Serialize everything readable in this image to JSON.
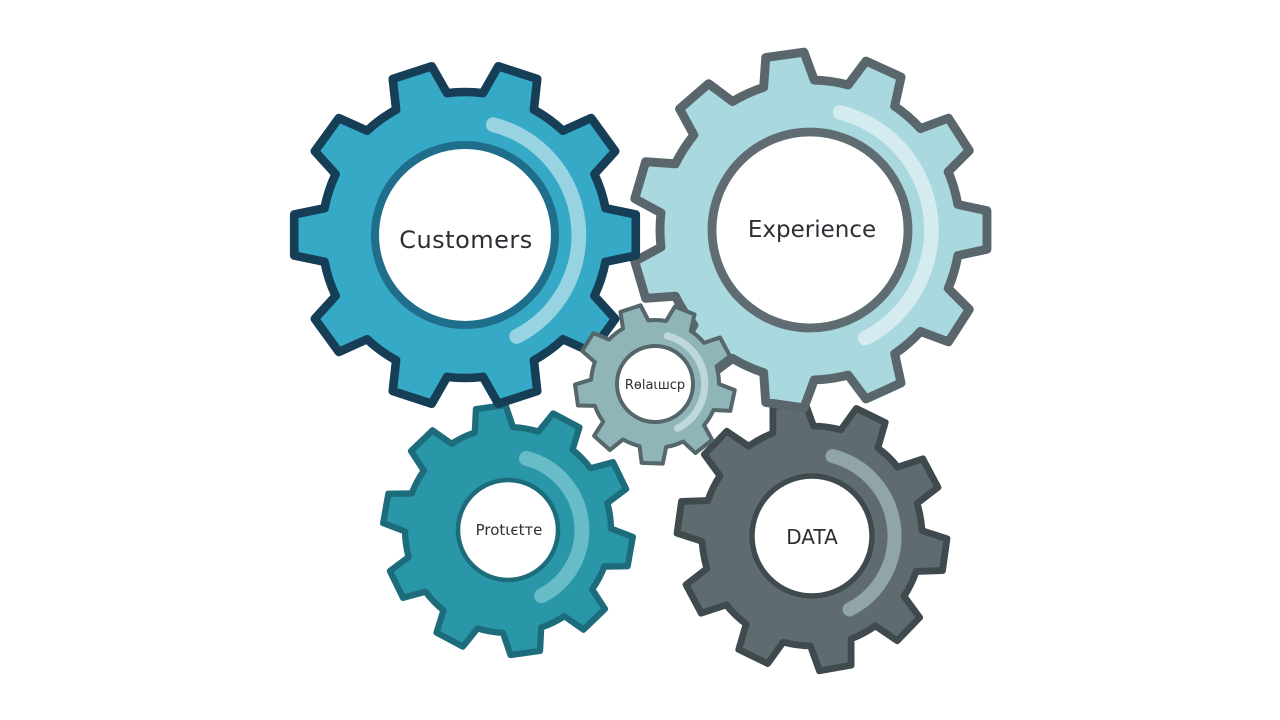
{
  "diagram": {
    "gears": [
      {
        "id": "customers",
        "label": "Customers",
        "colors": {
          "body": "#35a9c6",
          "outline": "#163f57",
          "hub": "#ffffff",
          "ring": "#1f6f8c",
          "accent": "#a9dbe6"
        }
      },
      {
        "id": "experience",
        "label": "Experience",
        "colors": {
          "body": "#a9d8df",
          "outline": "#59676d",
          "hub": "#ffffff",
          "ring": "#5f6d72",
          "accent": "#dcf0f3"
        }
      },
      {
        "id": "relationship",
        "label": "Rѳlaɩшcp",
        "colors": {
          "body": "#8fb5b8",
          "outline": "#56676b",
          "hub": "#ffffff",
          "ring": "#56676b",
          "accent": "#c7dddf"
        }
      },
      {
        "id": "protect",
        "label": "Protɩєtте",
        "colors": {
          "body": "#2a97a8",
          "outline": "#1d6c7b",
          "hub": "#ffffff",
          "ring": "#1d6c7b",
          "accent": "#73c2cd"
        }
      },
      {
        "id": "data",
        "label": "DATA",
        "colors": {
          "body": "#5f6b6f",
          "outline": "#3f4a4e",
          "hub": "#ffffff",
          "ring": "#3f4a4e",
          "accent": "#9aaeb3"
        }
      }
    ]
  }
}
